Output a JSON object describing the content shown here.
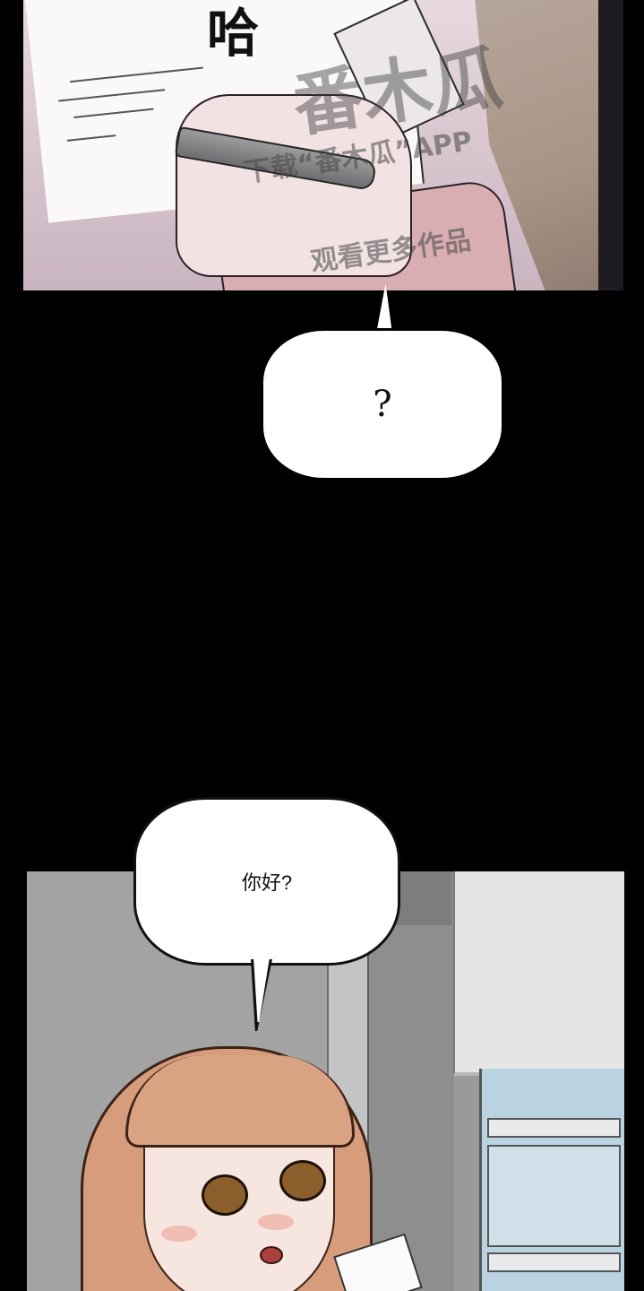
{
  "panel_top": {
    "sfx_text": "哈",
    "watermark_large": "番木瓜",
    "watermark_line1": "下载“番木瓜”APP",
    "watermark_line2": "观看更多作品"
  },
  "bubble_question": {
    "text": "?"
  },
  "bubble_greeting": {
    "text": "你好?"
  },
  "colors": {
    "background": "#000000",
    "bubble_fill": "#ffffff",
    "hair": "#d79c7c"
  }
}
